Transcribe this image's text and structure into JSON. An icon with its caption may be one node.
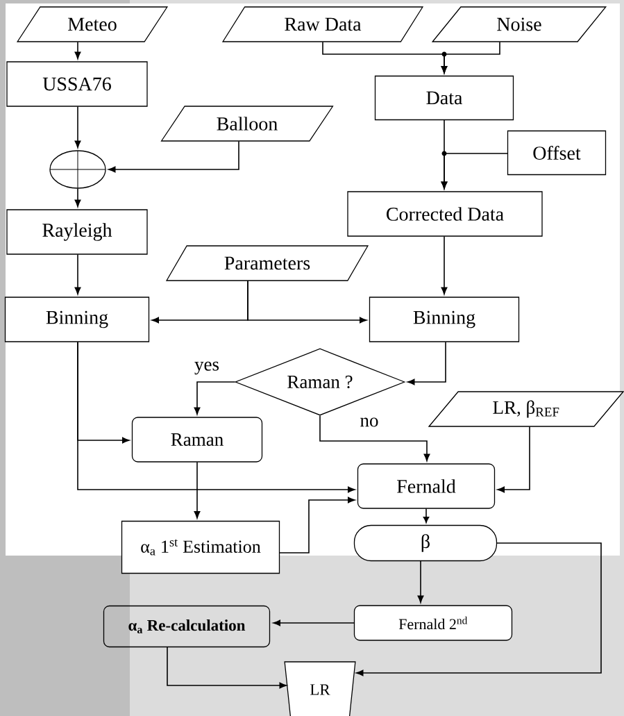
{
  "diagram": {
    "nodes": [
      {
        "text": [
          "Meteo"
        ]
      },
      {
        "text": [
          "Raw Data"
        ]
      },
      {
        "text": [
          "Noise"
        ]
      },
      {
        "text": [
          "USSA76"
        ]
      },
      {
        "text": [
          "Data"
        ]
      },
      {
        "text": [],
        "shape": "circle"
      },
      {
        "text": [
          "Balloon"
        ]
      },
      {
        "text": [
          "Offset"
        ]
      },
      {
        "text": [
          "Rayleigh"
        ]
      },
      {
        "text": [
          "Corrected Data"
        ]
      },
      {
        "text": [
          "Parameters"
        ]
      },
      {
        "text": [
          "Binning"
        ]
      },
      {
        "text": [
          "Binning"
        ]
      },
      {
        "text": [
          "Raman ?"
        ]
      },
      {
        "text": [
          "LR, β$_{REF}$"
        ]
      },
      {
        "text": [
          "Raman"
        ]
      },
      {
        "text": [
          "Fernald"
        ]
      },
      {
        "text": [
          "α$_{a}$ 1$^{st}$ Estimation"
        ]
      },
      {
        "text": [
          "β"
        ]
      },
      {
        "text": [
          "Fernald 2$^{nd}$"
        ]
      },
      {
        "text": [
          "α$_{a}$ Re-calculation"
        ]
      },
      {
        "text": [
          "LR"
        ]
      }
    ],
    "edges": [
      {
        "from": 0,
        "to": 3,
        "arrow": "to"
      },
      {
        "from": 1,
        "to": 4,
        "arrow": "to"
      },
      {
        "from": 2,
        "to": 4,
        "arrow": "to"
      },
      {
        "from": 3,
        "to": 5,
        "arrow": "to"
      },
      {
        "from": 6,
        "to": 5,
        "arrow": "to"
      },
      {
        "from": 5,
        "to": 8,
        "arrow": "to"
      },
      {
        "from": 4,
        "to": 9,
        "arrow": "to"
      },
      {
        "from": 7,
        "to": 9,
        "arrow": "to"
      },
      {
        "from": 9,
        "to": 12,
        "arrow": "to"
      },
      {
        "from": 8,
        "to": 11,
        "arrow": "to"
      },
      {
        "from": 10,
        "to": 11,
        "arrow": "to"
      },
      {
        "from": 10,
        "to": 12,
        "arrow": "to"
      },
      {
        "from": 12,
        "to": 13,
        "arrow": "to"
      },
      {
        "from": 13,
        "to": 15,
        "arrow": "to",
        "label": "yes"
      },
      {
        "from": 13,
        "to": 16,
        "arrow": "to",
        "label": "no"
      },
      {
        "from": 11,
        "to": 15,
        "arrow": "to"
      },
      {
        "from": 11,
        "to": 16,
        "arrow": "to"
      },
      {
        "from": 14,
        "to": 16,
        "arrow": "to"
      },
      {
        "from": 15,
        "to": 17,
        "arrow": "to"
      },
      {
        "from": 17,
        "to": 16,
        "arrow": "to"
      },
      {
        "from": 16,
        "to": 18,
        "arrow": "to"
      },
      {
        "from": 18,
        "to": 19,
        "arrow": "to"
      },
      {
        "from": 18,
        "to": 21,
        "arrow": "to"
      },
      {
        "from": 19,
        "to": 20,
        "arrow": "to"
      },
      {
        "from": 20,
        "to": 21,
        "arrow": "to"
      }
    ]
  }
}
